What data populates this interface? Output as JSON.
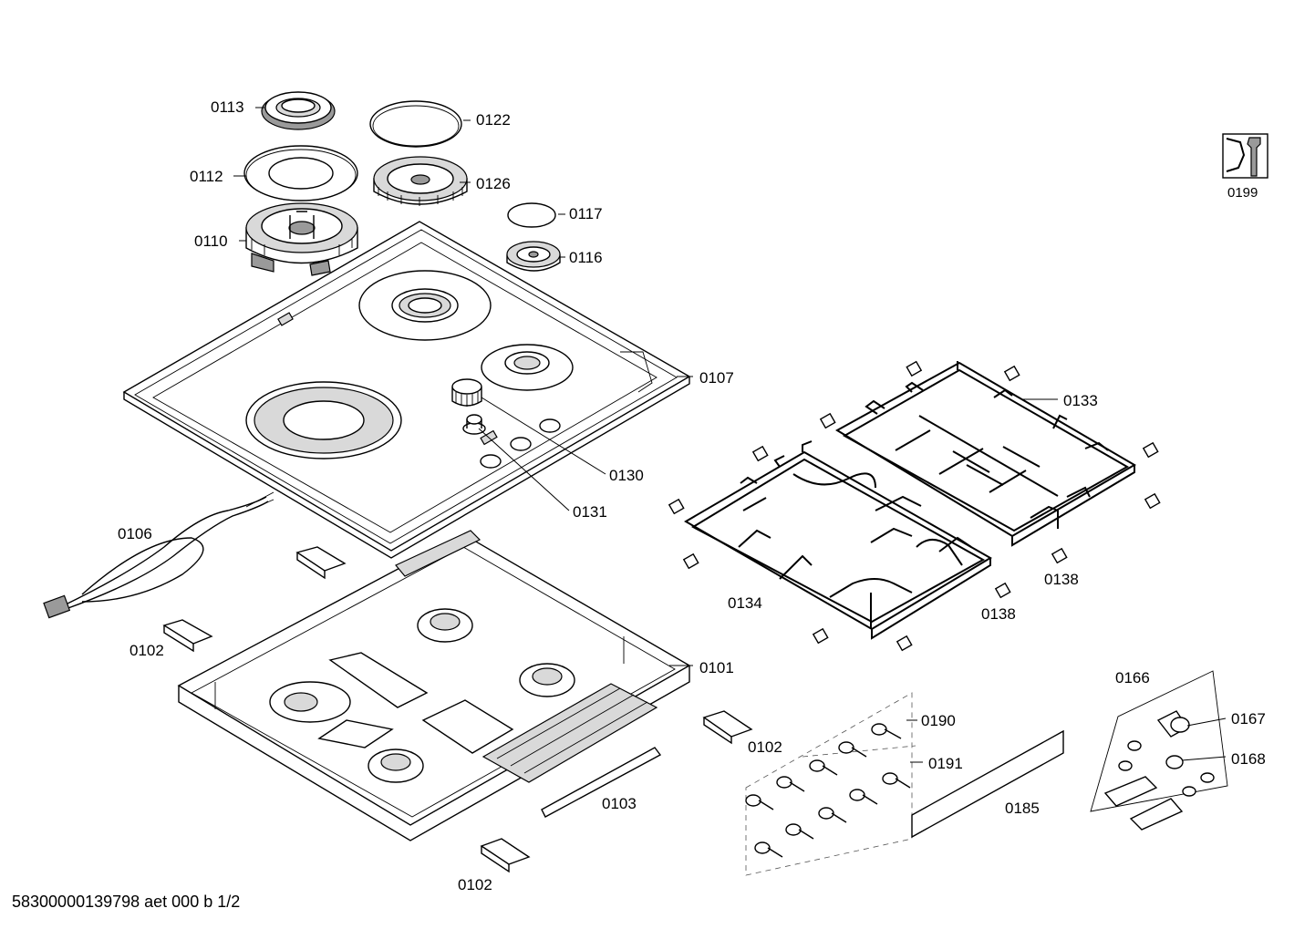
{
  "labels": {
    "p0113": "0113",
    "p0122": "0122",
    "p0112": "0112",
    "p0126": "0126",
    "p0110": "0110",
    "p0117": "0117",
    "p0116": "0116",
    "p0199": "0199",
    "p0107": "0107",
    "p0133": "0133",
    "p0130": "0130",
    "p0131": "0131",
    "p0106": "0106",
    "p0138a": "0138",
    "p0138b": "0138",
    "p0134": "0134",
    "p0102a": "0102",
    "p0101": "0101",
    "p0166": "0166",
    "p0167": "0167",
    "p0190": "0190",
    "p0102b": "0102",
    "p0168": "0168",
    "p0191": "0191",
    "p0103": "0103",
    "p0185": "0185",
    "p0102c": "0102"
  },
  "footer": "58300000139798 aet 000 b 1/2",
  "icons": {
    "service": "wrench-service-icon"
  }
}
